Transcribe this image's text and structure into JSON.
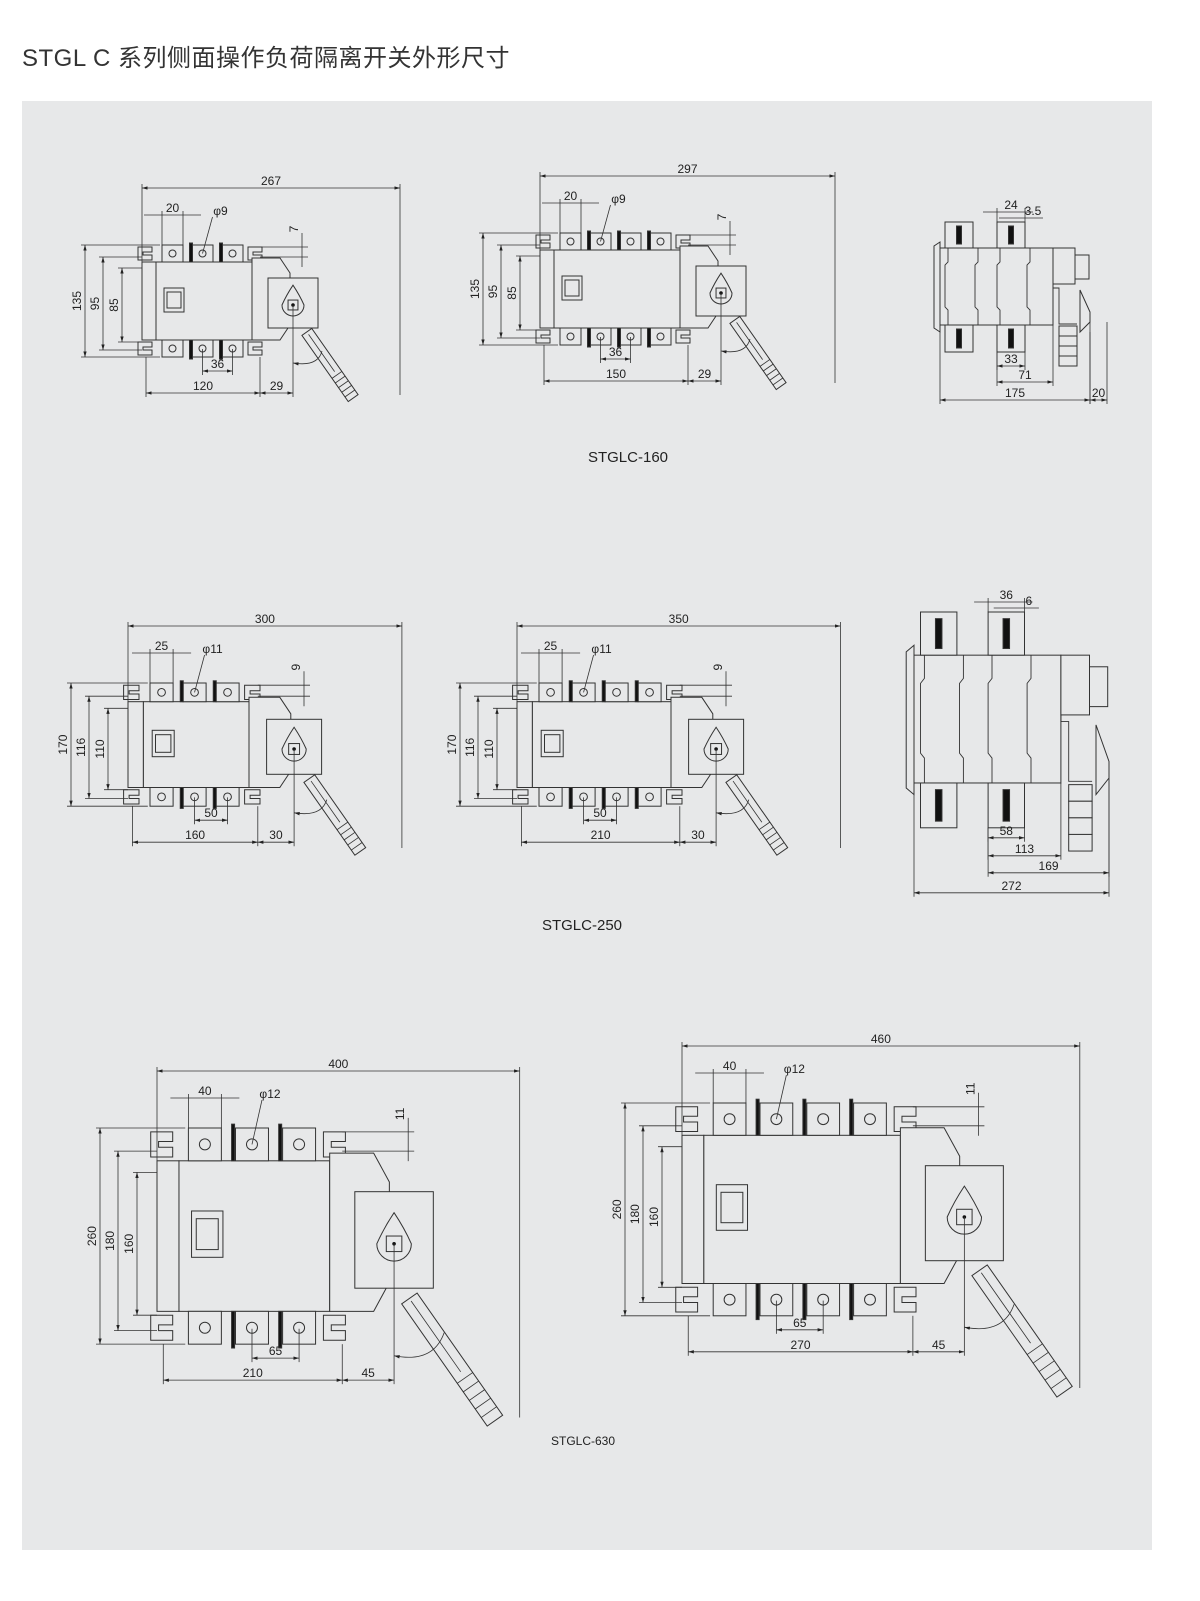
{
  "title": "STGL C 系列侧面操作负荷隔离开关外形尺寸",
  "sections": [
    {
      "caption": "STGLC-160",
      "front_3p": {
        "overall": "267",
        "pitch_top": "20",
        "hole": "φ9",
        "gap": "7",
        "h1": "135",
        "h2": "95",
        "h3": "85",
        "pitch_bottom": "36",
        "base": "120",
        "handle_offset": "29"
      },
      "front_4p": {
        "overall": "297",
        "pitch_top": "20",
        "hole": "φ9",
        "gap": "7",
        "h1": "135",
        "h2": "95",
        "h3": "85",
        "pitch_bottom": "36",
        "base": "150",
        "handle_offset": "29"
      },
      "side": {
        "top": [
          "24",
          "3.5"
        ],
        "bottom": [
          "33",
          "71",
          "175",
          "20"
        ]
      }
    },
    {
      "caption": "STGLC-250",
      "front_3p": {
        "overall": "300",
        "pitch_top": "25",
        "hole": "φ11",
        "gap": "9",
        "h1": "170",
        "h2": "116",
        "h3": "110",
        "pitch_bottom": "50",
        "base": "160",
        "handle_offset": "30"
      },
      "front_4p": {
        "overall": "350",
        "pitch_top": "25",
        "hole": "φ11",
        "gap": "9",
        "h1": "170",
        "h2": "116",
        "h3": "110",
        "pitch_bottom": "50",
        "base": "210",
        "handle_offset": "30"
      },
      "side": {
        "top": [
          "36",
          "6"
        ],
        "bottom": [
          "58",
          "113",
          "169",
          "272"
        ]
      }
    },
    {
      "caption": "STGLC-630",
      "front_3p": {
        "overall": "400",
        "pitch_top": "40",
        "hole": "φ12",
        "gap": "11",
        "h1": "260",
        "h2": "180",
        "h3": "160",
        "pitch_bottom": "65",
        "base": "210",
        "handle_offset": "45"
      },
      "front_4p": {
        "overall": "460",
        "pitch_top": "40",
        "hole": "φ12",
        "gap": "11",
        "h1": "260",
        "h2": "180",
        "h3": "160",
        "pitch_bottom": "65",
        "base": "270",
        "handle_offset": "45"
      }
    }
  ]
}
